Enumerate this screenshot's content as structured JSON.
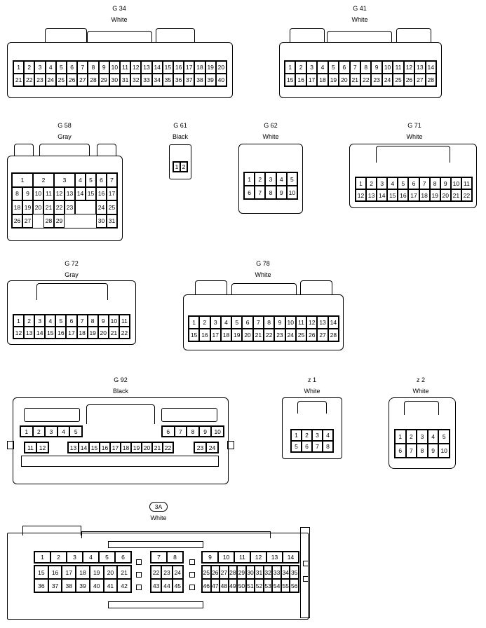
{
  "connectors": [
    {
      "id": "G 34",
      "color": "White",
      "rows": [
        [
          "1",
          "2",
          "3",
          "4",
          "5",
          "6",
          "7",
          "8",
          "9",
          "10",
          "11",
          "12",
          "13",
          "14",
          "15",
          "16",
          "17",
          "18",
          "19",
          "20"
        ],
        [
          "21",
          "22",
          "23",
          "24",
          "25",
          "26",
          "27",
          "28",
          "29",
          "30",
          "31",
          "32",
          "33",
          "34",
          "35",
          "36",
          "37",
          "38",
          "39",
          "40"
        ]
      ]
    },
    {
      "id": "G 41",
      "color": "White",
      "rows": [
        [
          "1",
          "2",
          "3",
          "4",
          "5",
          "6",
          "7",
          "8",
          "9",
          "10",
          "11",
          "12",
          "13",
          "14"
        ],
        [
          "15",
          "16",
          "17",
          "18",
          "19",
          "20",
          "21",
          "22",
          "23",
          "24",
          "25",
          "26",
          "27",
          "28"
        ]
      ]
    },
    {
      "id": "G 58",
      "color": "Gray",
      "rows": [
        [
          "1",
          "2",
          "3",
          "4",
          "5",
          "6",
          "7"
        ],
        [
          "8",
          "9",
          "10",
          "11",
          "12",
          "13",
          "14",
          "15",
          "16",
          "17"
        ],
        [
          "18",
          "19",
          "20",
          "21",
          "22",
          "23",
          "",
          "24",
          "25"
        ],
        [
          "26",
          "27",
          "",
          "28",
          "29",
          "",
          "30",
          "31"
        ]
      ]
    },
    {
      "id": "G 61",
      "color": "Black",
      "rows": [
        [
          "1",
          "2"
        ]
      ]
    },
    {
      "id": "G 62",
      "color": "White",
      "rows": [
        [
          "1",
          "2",
          "3",
          "4",
          "5"
        ],
        [
          "6",
          "7",
          "8",
          "9",
          "10"
        ]
      ]
    },
    {
      "id": "G 71",
      "color": "White",
      "rows": [
        [
          "1",
          "2",
          "3",
          "4",
          "5",
          "6",
          "7",
          "8",
          "9",
          "10",
          "11"
        ],
        [
          "12",
          "13",
          "14",
          "15",
          "16",
          "17",
          "18",
          "19",
          "20",
          "21",
          "22"
        ]
      ]
    },
    {
      "id": "G 72",
      "color": "Gray",
      "rows": [
        [
          "1",
          "2",
          "3",
          "4",
          "5",
          "6",
          "7",
          "8",
          "9",
          "10",
          "11"
        ],
        [
          "12",
          "13",
          "14",
          "15",
          "16",
          "17",
          "18",
          "19",
          "20",
          "21",
          "22"
        ]
      ]
    },
    {
      "id": "G 78",
      "color": "White",
      "rows": [
        [
          "1",
          "2",
          "3",
          "4",
          "5",
          "6",
          "7",
          "8",
          "9",
          "10",
          "11",
          "12",
          "13",
          "14"
        ],
        [
          "15",
          "16",
          "17",
          "18",
          "19",
          "20",
          "21",
          "22",
          "23",
          "24",
          "25",
          "26",
          "27",
          "28"
        ]
      ]
    },
    {
      "id": "G 92",
      "color": "Black",
      "rows": [
        [
          "1",
          "2",
          "3",
          "4",
          "5",
          "6",
          "7",
          "8",
          "9",
          "10"
        ],
        [
          "11",
          "12",
          "13",
          "14",
          "15",
          "16",
          "17",
          "18",
          "19",
          "20",
          "21",
          "22",
          "23",
          "24"
        ]
      ]
    },
    {
      "id": "z 1",
      "color": "White",
      "rows": [
        [
          "1",
          "2",
          "3",
          "4"
        ],
        [
          "5",
          "6",
          "7",
          "8"
        ]
      ]
    },
    {
      "id": "z 2",
      "color": "White",
      "rows": [
        [
          "1",
          "2",
          "3",
          "4",
          "5"
        ],
        [
          "6",
          "7",
          "8",
          "9",
          "10"
        ]
      ]
    },
    {
      "id": "3A",
      "color": "White",
      "rows": [
        [
          "1",
          "2",
          "3",
          "4",
          "5",
          "6",
          "7",
          "8",
          "9",
          "10",
          "11",
          "12",
          "13",
          "14"
        ],
        [
          "15",
          "16",
          "17",
          "18",
          "19",
          "20",
          "21",
          "22",
          "23",
          "24",
          "25",
          "26",
          "27",
          "28",
          "29",
          "30",
          "31",
          "32",
          "33",
          "34",
          "35"
        ],
        [
          "36",
          "37",
          "38",
          "39",
          "40",
          "41",
          "42",
          "43",
          "44",
          "45",
          "46",
          "47",
          "48",
          "49",
          "50",
          "51",
          "52",
          "53",
          "54",
          "55",
          "56"
        ]
      ]
    }
  ]
}
